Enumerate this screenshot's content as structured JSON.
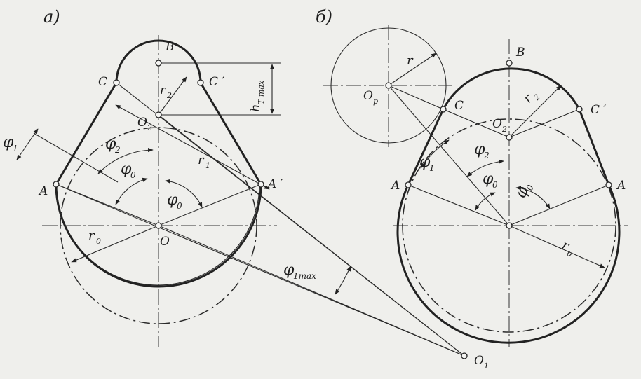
{
  "panel_a": {
    "panel_label": "а)",
    "labels": {
      "B": "B",
      "C": "C",
      "C_prime": "C ′",
      "O2": "O",
      "O2_sub": "2",
      "A": "A",
      "A_prime": "A ′",
      "O": "O",
      "r0": "r",
      "r0_sub": "0",
      "r1": "r",
      "r1_sub": "1",
      "r2": "r",
      "r2_sub": "2",
      "phi1": "φ",
      "phi1_sub": "1",
      "phi2": "φ",
      "phi2_sub": "2",
      "phi0_a": "φ",
      "phi0_a_sub": "0",
      "phi0_b": "φ",
      "phi0_b_sub": "0",
      "phi1max": "φ",
      "phi1max_sub": "1max",
      "hTmax": "h",
      "hTmax_sub": "T max",
      "O1": "O",
      "O1_sub": "1"
    }
  },
  "panel_b": {
    "panel_label": "б)",
    "labels": {
      "B": "B",
      "C": "C",
      "C_prime": "C ′",
      "O2": "O",
      "O2_sub": "2",
      "A": "A",
      "A_right": "A",
      "Op": "O",
      "Op_sub": "p",
      "r": "r",
      "r2": "r",
      "r2_sub": "2",
      "r0": "r",
      "r0_sub": "0",
      "phi1": "φ",
      "phi1_sub": "1",
      "phi2": "φ",
      "phi2_sub": "2",
      "phi0_a": "φ",
      "phi0_a_sub": "0",
      "phi0_b": "φ",
      "phi0_b_sub": "0"
    }
  }
}
